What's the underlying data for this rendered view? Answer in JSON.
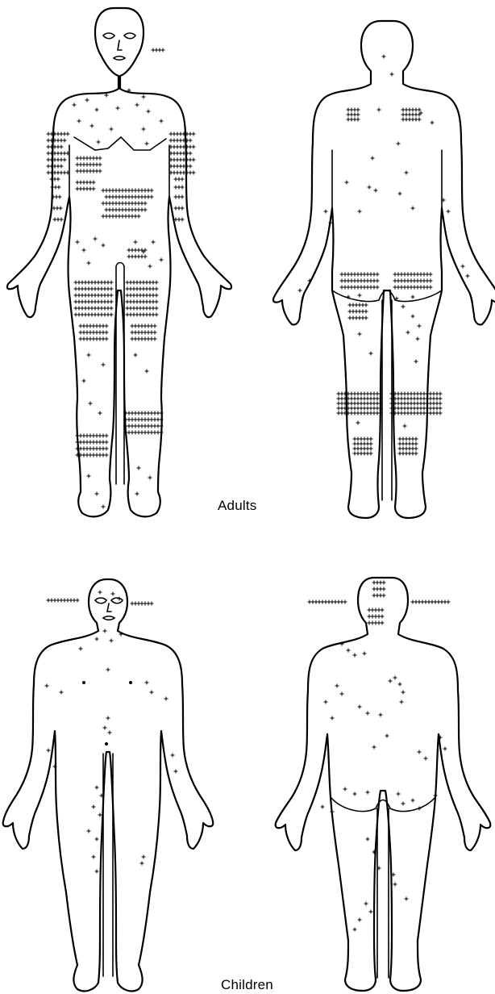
{
  "figure": {
    "panels": [
      {
        "id": "adults",
        "label": "Adults",
        "views": [
          "front",
          "back"
        ],
        "mark_density": "dense",
        "marked_regions_front": [
          "head-right-ear",
          "chest",
          "upper-arms",
          "abdomen",
          "thighs",
          "knees",
          "shins",
          "feet"
        ],
        "marked_regions_back": [
          "upper-back",
          "lower-back",
          "buttocks",
          "thighs",
          "knees",
          "calves",
          "forearms"
        ]
      },
      {
        "id": "children",
        "label": "Children",
        "views": [
          "front",
          "back"
        ],
        "mark_density": "sparse",
        "marked_regions_front": [
          "head",
          "shoulders",
          "chest",
          "abdomen",
          "arms",
          "thighs",
          "lower-legs"
        ],
        "marked_regions_back": [
          "head",
          "neck",
          "shoulders",
          "back",
          "buttocks",
          "lower-legs"
        ]
      }
    ],
    "mark_symbol": "+",
    "colors": {
      "outline": "#000000",
      "background": "#ffffff"
    }
  }
}
